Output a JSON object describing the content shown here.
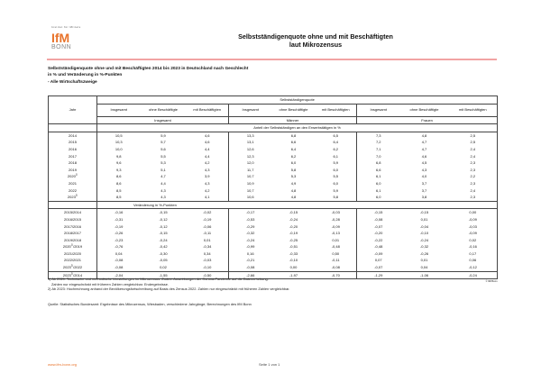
{
  "header": {
    "logo_top": "Institut für Mittelstandsforschung",
    "logo_main": "IfM",
    "logo_sub": "BONN",
    "title_line1": "Selbstständigenquote ohne und mit Beschäftigten",
    "title_line2": "laut Mikrozensus"
  },
  "subtitle": {
    "line1": "Selbstständigenquote ohne und mit Beschäftigten 2014 bis 2023 in Deutschland nach Geschlecht",
    "line2": "in % und Veränderung in %-Punkten",
    "line3": "- Alle Wirtschaftszweige"
  },
  "table": {
    "col_jahr": "Jahr",
    "super_header": "Selbstständigenquote",
    "sub_headers": [
      "Insgesamt",
      "ohne Beschäftigte",
      "mit Beschäftigten",
      "Insgesamt",
      "ohne Beschäftigte",
      "mit Beschäftigten",
      "Insgesamt",
      "ohne Beschäftigte",
      "mit Beschäftigten"
    ],
    "groups": [
      "Insgesamt",
      "Männer",
      "Frauen"
    ],
    "section1_label": "Anteil der Selbstständigen an den Erwerbstätigen in %",
    "section1_rows": [
      {
        "label": "2014",
        "sup": "",
        "values": [
          "10,5",
          "5,9",
          "4,6",
          "13,3",
          "6,8",
          "6,5",
          "7,3",
          "4,8",
          "2,5"
        ]
      },
      {
        "label": "2015",
        "sup": "",
        "values": [
          "10,3",
          "5,7",
          "4,6",
          "13,1",
          "6,6",
          "6,4",
          "7,2",
          "4,7",
          "2,5"
        ]
      },
      {
        "label": "2016",
        "sup": "",
        "values": [
          "10,0",
          "5,6",
          "4,4",
          "12,6",
          "6,4",
          "6,2",
          "7,1",
          "4,7",
          "2,4"
        ]
      },
      {
        "label": "2017",
        "sup": "",
        "values": [
          "9,8",
          "5,5",
          "4,4",
          "12,3",
          "6,2",
          "6,1",
          "7,0",
          "4,6",
          "2,4"
        ]
      },
      {
        "label": "2018",
        "sup": "",
        "values": [
          "9,6",
          "5,3",
          "4,2",
          "12,0",
          "6,0",
          "5,9",
          "6,8",
          "4,5",
          "2,3"
        ]
      },
      {
        "label": "2019",
        "sup": "",
        "values": [
          "9,3",
          "5,1",
          "4,3",
          "11,7",
          "5,8",
          "6,0",
          "6,6",
          "4,3",
          "2,3"
        ]
      },
      {
        "label": "2020",
        "sup": "1)",
        "values": [
          "8,6",
          "4,7",
          "3,9",
          "10,7",
          "5,3",
          "5,5",
          "6,1",
          "4,0",
          "2,2"
        ]
      },
      {
        "label": "2021",
        "sup": "",
        "values": [
          "8,6",
          "4,4",
          "4,3",
          "10,9",
          "4,9",
          "6,0",
          "6,0",
          "3,7",
          "2,3"
        ]
      },
      {
        "label": "2022",
        "sup": "",
        "values": [
          "8,5",
          "4,3",
          "4,2",
          "10,7",
          "4,8",
          "5,9",
          "6,1",
          "3,7",
          "2,4"
        ]
      },
      {
        "label": "2023",
        "sup": "2)",
        "values": [
          "8,5",
          "4,3",
          "4,1",
          "10,6",
          "4,8",
          "5,8",
          "6,0",
          "3,8",
          "2,3"
        ]
      }
    ],
    "section2_label": "Veränderung in %-Punkten",
    "section2_rows": [
      {
        "label": "2015/2014",
        "sup": "",
        "values": [
          "-0,16",
          "-0,15",
          "-0,02",
          "-0,17",
          "-0,15",
          "-0,03",
          "-0,15",
          "-0,15",
          "0,00"
        ]
      },
      {
        "label": "2016/2015",
        "sup": "",
        "values": [
          "-0,31",
          "-0,12",
          "-0,19",
          "-0,53",
          "-0,24",
          "-0,28",
          "-0,08",
          "0,01",
          "-0,09"
        ]
      },
      {
        "label": "2017/2016",
        "sup": "",
        "values": [
          "-0,19",
          "-0,12",
          "-0,06",
          "-0,29",
          "-0,20",
          "-0,09",
          "-0,07",
          "-0,04",
          "-0,03"
        ]
      },
      {
        "label": "2018/2017",
        "sup": "",
        "values": [
          "-0,26",
          "-0,15",
          "-0,11",
          "-0,32",
          "-0,19",
          "-0,13",
          "-0,20",
          "-0,10",
          "-0,09"
        ]
      },
      {
        "label": "2019/2018",
        "sup": "",
        "values": [
          "-0,23",
          "-0,24",
          "0,01",
          "-0,24",
          "-0,25",
          "0,01",
          "-0,22",
          "-0,24",
          "0,02"
        ]
      },
      {
        "label": "2020",
        "sup": "1)",
        "label2": "/2019",
        "values": [
          "-0,76",
          "-0,42",
          "-0,34",
          "-0,99",
          "-0,51",
          "-0,48",
          "-0,48",
          "-0,32",
          "-0,16"
        ]
      },
      {
        "label": "2021/2020",
        "sup": "",
        "values": [
          "0,04",
          "-0,30",
          "0,34",
          "0,16",
          "-0,33",
          "0,50",
          "-0,09",
          "-0,26",
          "0,17"
        ]
      },
      {
        "label": "2022/2021",
        "sup": "",
        "values": [
          "-0,08",
          "-0,05",
          "-0,03",
          "-0,21",
          "-0,10",
          "-0,11",
          "0,07",
          "0,01",
          "0,06"
        ]
      },
      {
        "label": "2023",
        "sup": "2)",
        "label2": "/2022",
        "values": [
          "-0,08",
          "0,02",
          "-0,10",
          "-0,08",
          "0,00",
          "-0,08",
          "-0,07",
          "0,04",
          "-0,12"
        ]
      },
      {
        "label": "2023",
        "sup": "2)",
        "label2": "/2014",
        "values": [
          "-2,04",
          "-1,55",
          "-0,50",
          "-2,66",
          "-1,97",
          "-0,70",
          "-1,29",
          "-1,06",
          "-0,24"
        ]
      }
    ],
    "copyright": "© IfM Bonn"
  },
  "notes": {
    "n1": "1) Ab 2020: Technische und methodische Umstellungen im Mikrozensus. Zudem Auswirkungen der Corona-Pandemie auf die Datenerhebung.",
    "n1b": "Zahlen nur eingeschränkt mit früheren Zahlen vergleichbar. Endergebnisse.",
    "n2": "2) Ab 2023: Hochrechnung anhand der Bevölkerungsfortschreibung auf Basis des Zensus 2022. Zahlen nur eingeschränkt mit früheren Zahlen vergleichbar.",
    "source": "Quelle: Statistisches Bundesamt: Ergebnisse des Mikrozensus, Wiesbaden, verschiedene Jahrgänge; Berechnungen des IfM Bonn"
  },
  "footer": {
    "url": "www.ifm-bonn.org",
    "page": "Seite 1 von 1"
  },
  "colors": {
    "accent": "#e8732b",
    "rule": "#f2a3a3"
  }
}
